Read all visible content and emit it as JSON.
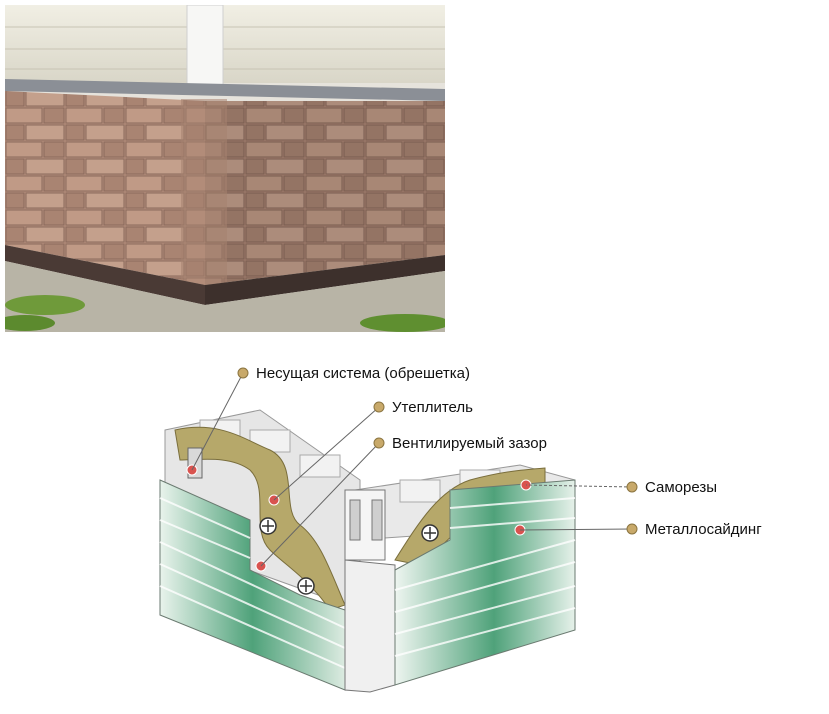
{
  "photo": {
    "icon": "plinth-stone-panel-photo"
  },
  "diagram": {
    "labels": {
      "load_system": "Несущая система (обрешетка)",
      "insulation": "Утеплитель",
      "vent_gap": "Вентилируемый зазор",
      "screws": "Саморезы",
      "metal_siding": "Металлосайдинг"
    },
    "colors": {
      "siding": "#4fa27a",
      "insulation": "#b6a86a",
      "marker_gold": "#c8a96a",
      "marker_red": "#d9534f",
      "brick": "#e8e8e8"
    }
  }
}
